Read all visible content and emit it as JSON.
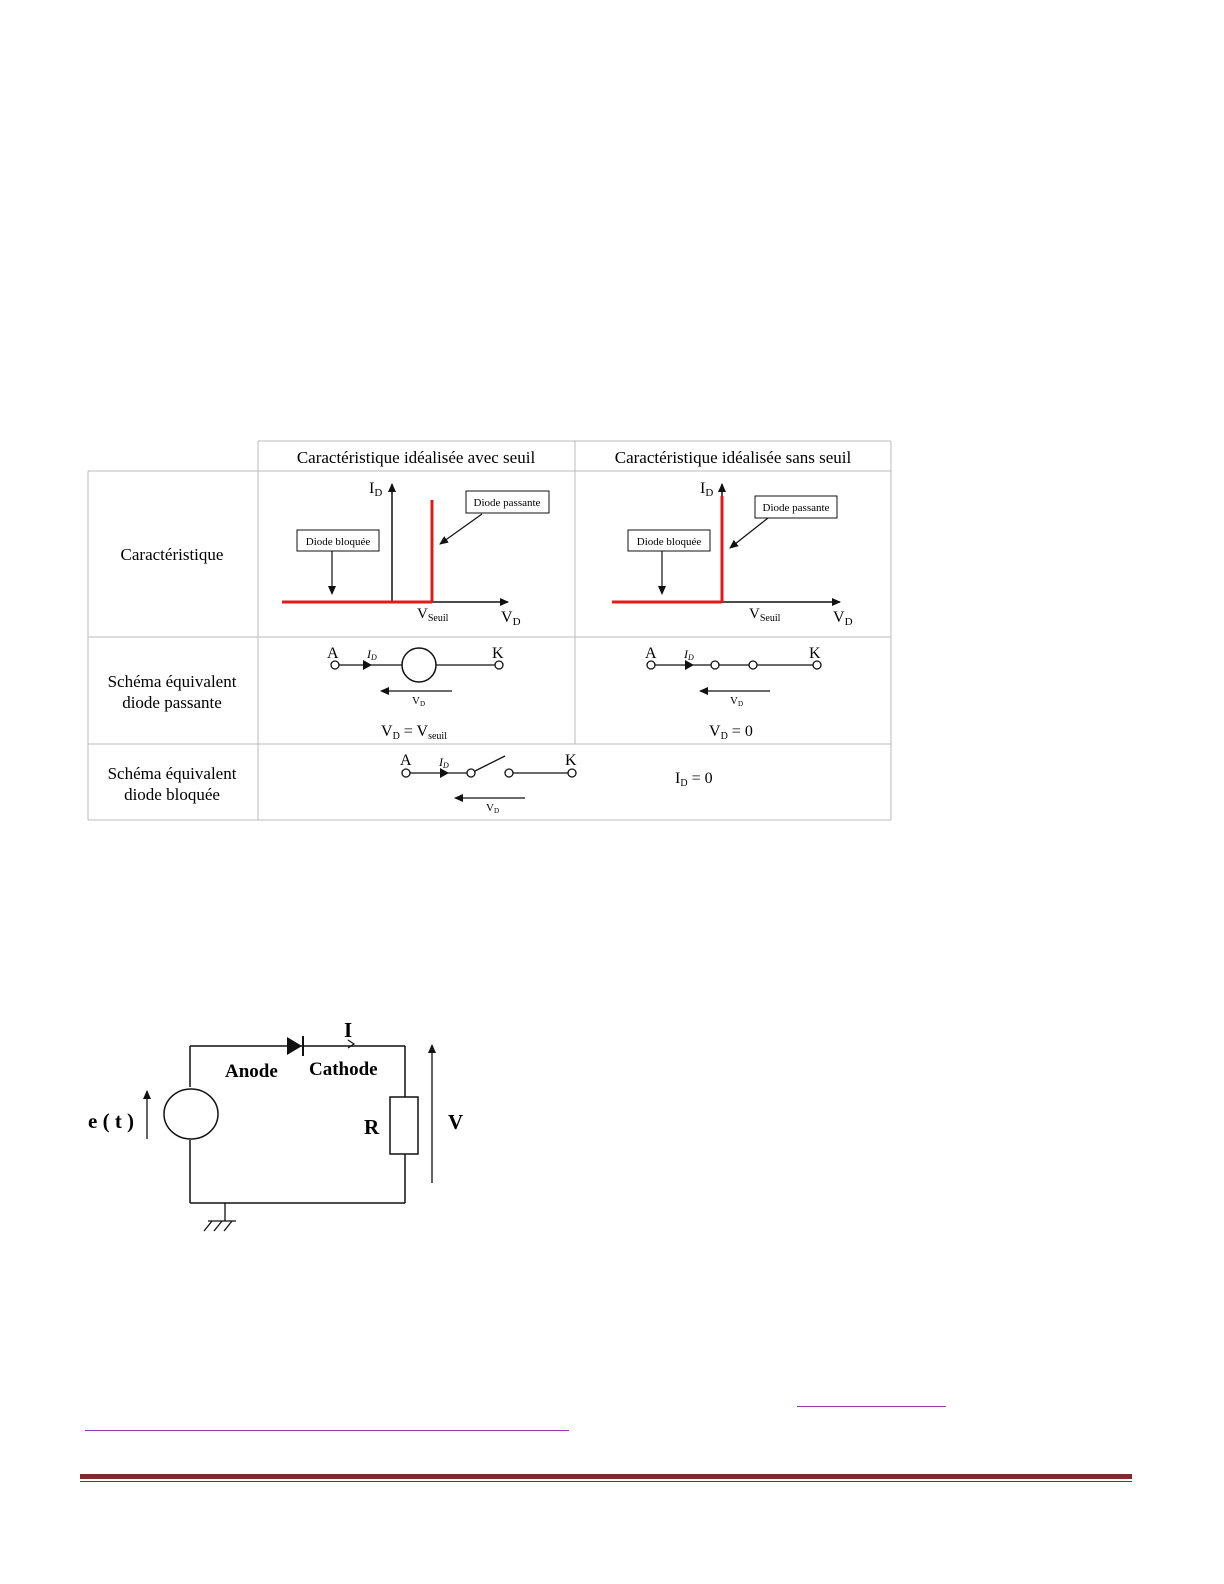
{
  "table": {
    "col_headers": [
      "Caractéristique idéalisée avec seuil",
      "Caractéristique idéalisée sans seuil"
    ],
    "row_labels": {
      "caracteristique": "Caractéristique",
      "passante_line1": "Schéma équivalent",
      "passante_line2": "diode passante",
      "bloquee_line1": "Schéma équivalent",
      "bloquee_line2": "diode bloquée"
    },
    "graph": {
      "y_axis_main": "I",
      "y_axis_sub": "D",
      "x_axis_main": "V",
      "x_axis_sub": "D",
      "threshold_main": "V",
      "threshold_sub": "Seuil",
      "blocked_label": "Diode bloquée",
      "passing_label": "Diode passante",
      "curve_color": "#e01b1b"
    },
    "schema": {
      "anode": "A",
      "cathode": "K",
      "current_main": "I",
      "current_sub": "D",
      "voltage_main": "V",
      "voltage_sub": "D",
      "eq_with_seuil_lhs_main": "V",
      "eq_with_seuil_lhs_sub": "D",
      "eq_with_seuil_rhs_main": " = V",
      "eq_with_seuil_rhs_sub": "seuil",
      "eq_no_seuil_main": "V",
      "eq_no_seuil_sub": "D",
      "eq_no_seuil_rhs": " = 0",
      "eq_blocked_main": "I",
      "eq_blocked_sub": "D",
      "eq_blocked_rhs": " = 0"
    }
  },
  "circuit": {
    "current": "I",
    "anode": "Anode",
    "cathode": "Cathode",
    "source": "e ( t )",
    "resistor": "R",
    "voltage": "V"
  },
  "colors": {
    "link": "#8a3b9e",
    "footer": "#7b2c2c",
    "grid": "#bbbbbb"
  }
}
